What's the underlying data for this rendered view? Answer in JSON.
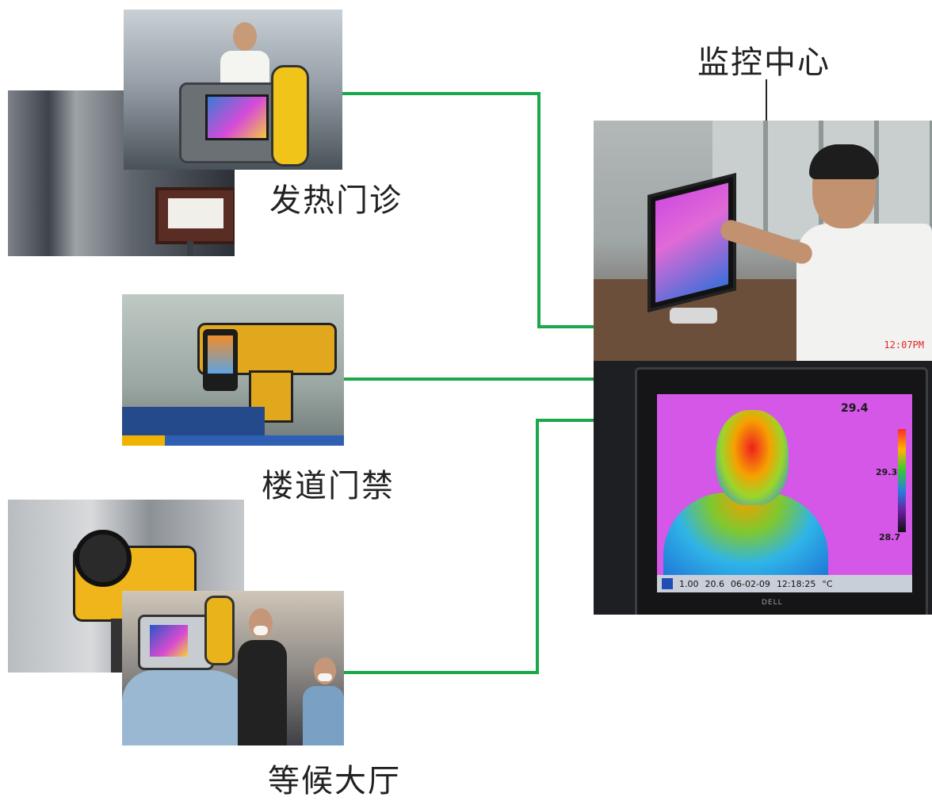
{
  "labels": {
    "monitoring_center": "监控中心",
    "fever_clinic": "发热门诊",
    "stairwell_access": "楼道门禁",
    "waiting_hall": "等候大厅"
  },
  "thermal_display": {
    "temp_top": "29.4",
    "temp_mid": "29.3",
    "temp_low": "28.7",
    "toolbar": [
      "1.00",
      "20.6",
      "06-02-09",
      "12:18:25",
      "°C"
    ],
    "brand": "DELL"
  },
  "monitor_room": {
    "timestamp": "12:07PM"
  },
  "colors": {
    "connector": "#1aa84a",
    "label_text": "#222222"
  }
}
